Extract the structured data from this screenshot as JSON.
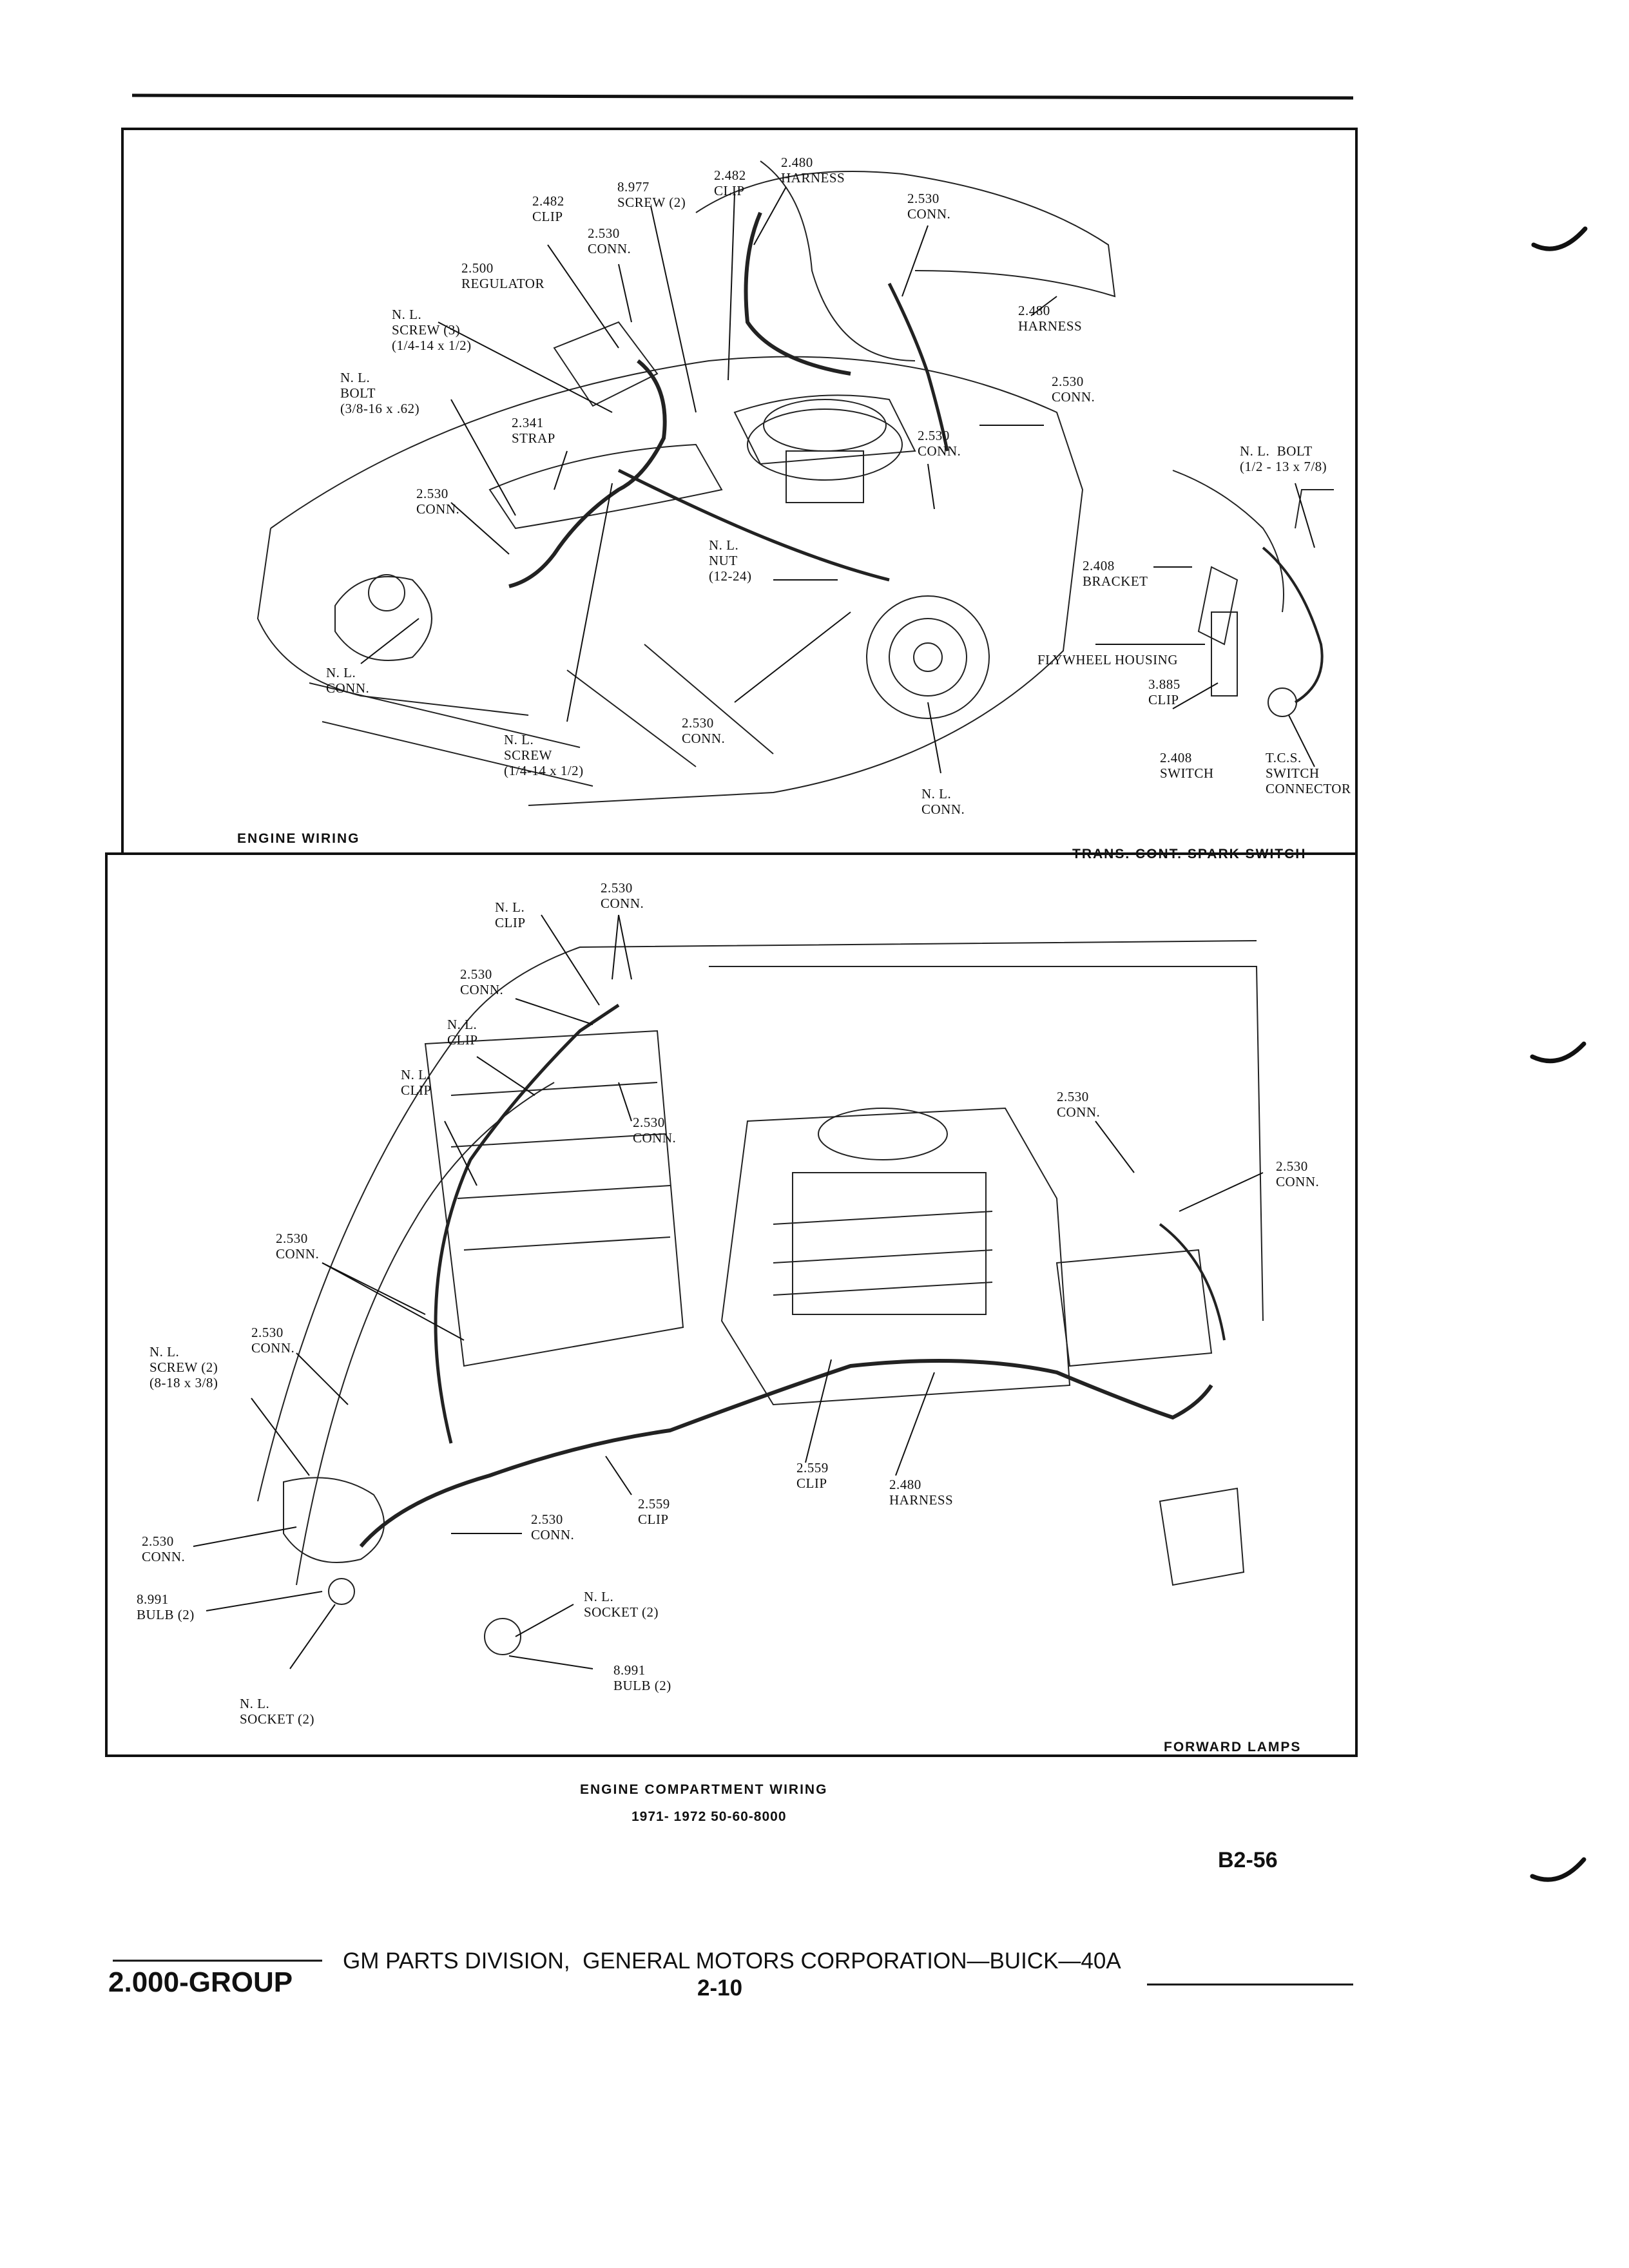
{
  "panels": {
    "engine_wiring": "ENGINE WIRING",
    "trans_cont": "TRANS. CONT. SPARK SWITCH",
    "forward_lamps": "FORWARD LAMPS"
  },
  "top_labels": {
    "clip_2482_a": [
      "2.482",
      "CLIP"
    ],
    "screw_8977": [
      "8.977",
      "SCREW (2)"
    ],
    "clip_2482_b": [
      "2.482",
      "CLIP"
    ],
    "harness_2480_a": [
      "2.480",
      "HARNESS"
    ],
    "conn_2530_a": [
      "2.530",
      "CONN."
    ],
    "conn_2530_b": [
      "2.530",
      "CONN."
    ],
    "regulator_2500": [
      "2.500",
      "REGULATOR"
    ],
    "harness_2480_b": [
      "2.480",
      "HARNESS"
    ],
    "screw_nl_3": [
      "N. L.",
      "SCREW (3)",
      "(1/4-14 x 1/2)"
    ],
    "bolt_nl": [
      "N. L.",
      "BOLT",
      "(3/8-16 x .62)"
    ],
    "strap_2341": [
      "2.341",
      "STRAP"
    ],
    "conn_2530_c": [
      "2.530",
      "CONN."
    ],
    "conn_2530_d": [
      "2.530",
      "CONN."
    ],
    "conn_2530_e": [
      "2.530",
      "CONN."
    ],
    "nut_nl": [
      "N. L.",
      "NUT",
      "(12-24)"
    ],
    "conn_nl_a": [
      "N. L.",
      "CONN."
    ],
    "conn_2530_f": [
      "2.530",
      "CONN."
    ],
    "screw_nl_b": [
      "N. L.",
      "SCREW",
      "(1/4-14 x 1/2)"
    ],
    "conn_nl_b": [
      "N. L.",
      "CONN."
    ],
    "bolt_nl_b": [
      "N. L.  BOLT",
      "(1/2 - 13 x 7/8)"
    ],
    "bracket_2408": [
      "2.408",
      "BRACKET"
    ],
    "flywheel": [
      "FLYWHEEL HOUSING"
    ],
    "clip_3885": [
      "3.885",
      "CLIP"
    ],
    "switch_2408": [
      "2.408",
      "SWITCH"
    ],
    "tcs": [
      "T.C.S.",
      "SWITCH",
      "CONNECTOR"
    ]
  },
  "bottom_labels": {
    "clip_nl_a": [
      "N. L.",
      "CLIP"
    ],
    "conn_2530_g": [
      "2.530",
      "CONN."
    ],
    "conn_2530_h": [
      "2.530",
      "CONN."
    ],
    "clip_nl_b": [
      "N. L.",
      "CLIP"
    ],
    "clip_nl_c": [
      "N. L.",
      "CLIP"
    ],
    "conn_2530_i": [
      "2.530",
      "CONN."
    ],
    "conn_2530_j": [
      "2.530",
      "CONN."
    ],
    "conn_2530_k": [
      "2.530",
      "CONN."
    ],
    "conn_2530_l": [
      "2.530",
      "CONN."
    ],
    "conn_2530_m": [
      "2.530",
      "CONN."
    ],
    "screw_nl_c": [
      "N. L.",
      "SCREW (2)",
      "(8-18 x 3/8)"
    ],
    "clip_2559_a": [
      "2.559",
      "CLIP"
    ],
    "harness_2480_c": [
      "2.480",
      "HARNESS"
    ],
    "clip_2559_b": [
      "2.559",
      "CLIP"
    ],
    "conn_2530_n": [
      "2.530",
      "CONN."
    ],
    "conn_2530_o": [
      "2.530",
      "CONN."
    ],
    "bulb_8991_a": [
      "8.991",
      "BULB (2)"
    ],
    "socket_nl_a": [
      "N. L.",
      "SOCKET (2)"
    ],
    "bulb_8991_b": [
      "8.991",
      "BULB (2)"
    ],
    "socket_nl_b": [
      "N. L.",
      "SOCKET (2)"
    ]
  },
  "caption": {
    "title": "ENGINE COMPARTMENT WIRING",
    "years": "1971- 1972 50-60-8000",
    "fig": "B2-56"
  },
  "footer": {
    "group": "2.000-GROUP",
    "division": "GM PARTS DIVISION,  GENERAL MOTORS CORPORATION—BUICK—40A",
    "page": "2-10"
  }
}
